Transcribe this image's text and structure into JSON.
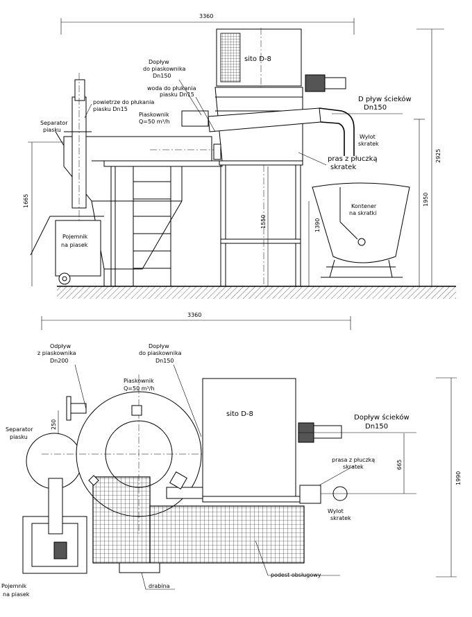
{
  "elevation": {
    "dim_total_width": "3360",
    "dim_total_height": "2925",
    "dim_1665": "1665",
    "dim_1550": "1550",
    "dim_1390": "1390",
    "dim_1950": "1950",
    "sito_label": "sito D-8",
    "doplyw_piaskownika": [
      "Dopływ",
      "do piaskownika",
      "Dn150"
    ],
    "woda_plukania": [
      "woda do płukania",
      "piasku Dn15"
    ],
    "powietrze_plukania": [
      "powietrze do płukania",
      "piasku Dn15"
    ],
    "piaskownik": [
      "Piaskownik",
      "Q=50 m³/h"
    ],
    "separator": [
      "Separator",
      "piasku"
    ],
    "doplyw_sciekow": [
      "D pływ ścieków",
      "Dn150"
    ],
    "wylot_skratek": [
      "Wylot",
      "skratek"
    ],
    "pras_pluczka": [
      "pras z płuczką",
      "skratek"
    ],
    "kontener": [
      "Kontener",
      "na skratki"
    ],
    "pojemnik": [
      "Pojemnik",
      "na piasek"
    ]
  },
  "plan": {
    "dim_total_width": "3360",
    "dim_1990": "1990",
    "dim_665": "665",
    "dim_250": "250",
    "sito_label": "sito D-8",
    "odplyw_piaskownika": [
      "Odpływ",
      "z piaskownika",
      "Dn200"
    ],
    "doplyw_piaskownika": [
      "Dopływ",
      "do piaskownika",
      "Dn150"
    ],
    "piaskownik": [
      "Piaskownik",
      "Q=50 m³/h"
    ],
    "separator": [
      "Separator",
      "piasku"
    ],
    "doplyw_sciekow": [
      "Dopływ ścieków",
      "Dn150"
    ],
    "prasa_pluczka": [
      "prasa z płuczką",
      "skratek"
    ],
    "wylot_skratek": [
      "Wylot",
      "skratek"
    ],
    "podest": "podest obsługowy",
    "drabina": "drabina",
    "pojemnik": [
      "Pojemnik",
      "na piasek"
    ]
  }
}
